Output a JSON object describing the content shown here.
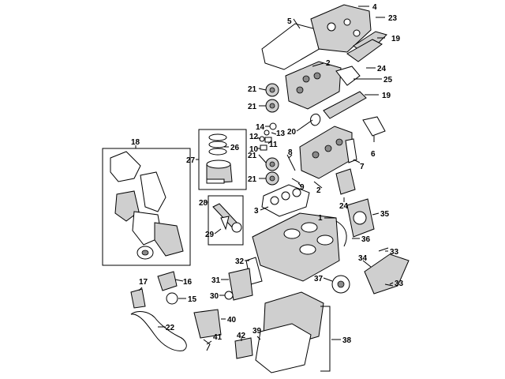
{
  "diagram": {
    "callouts": [
      "1",
      "2",
      "3",
      "4",
      "5",
      "6",
      "7",
      "8",
      "9",
      "10",
      "11",
      "12",
      "13",
      "14",
      "15",
      "16",
      "17",
      "18",
      "19",
      "20",
      "21",
      "22",
      "23",
      "24",
      "25",
      "26",
      "27",
      "28",
      "29",
      "30",
      "31",
      "32",
      "33",
      "34",
      "35",
      "36",
      "37",
      "38",
      "39",
      "40",
      "41",
      "42"
    ]
  }
}
